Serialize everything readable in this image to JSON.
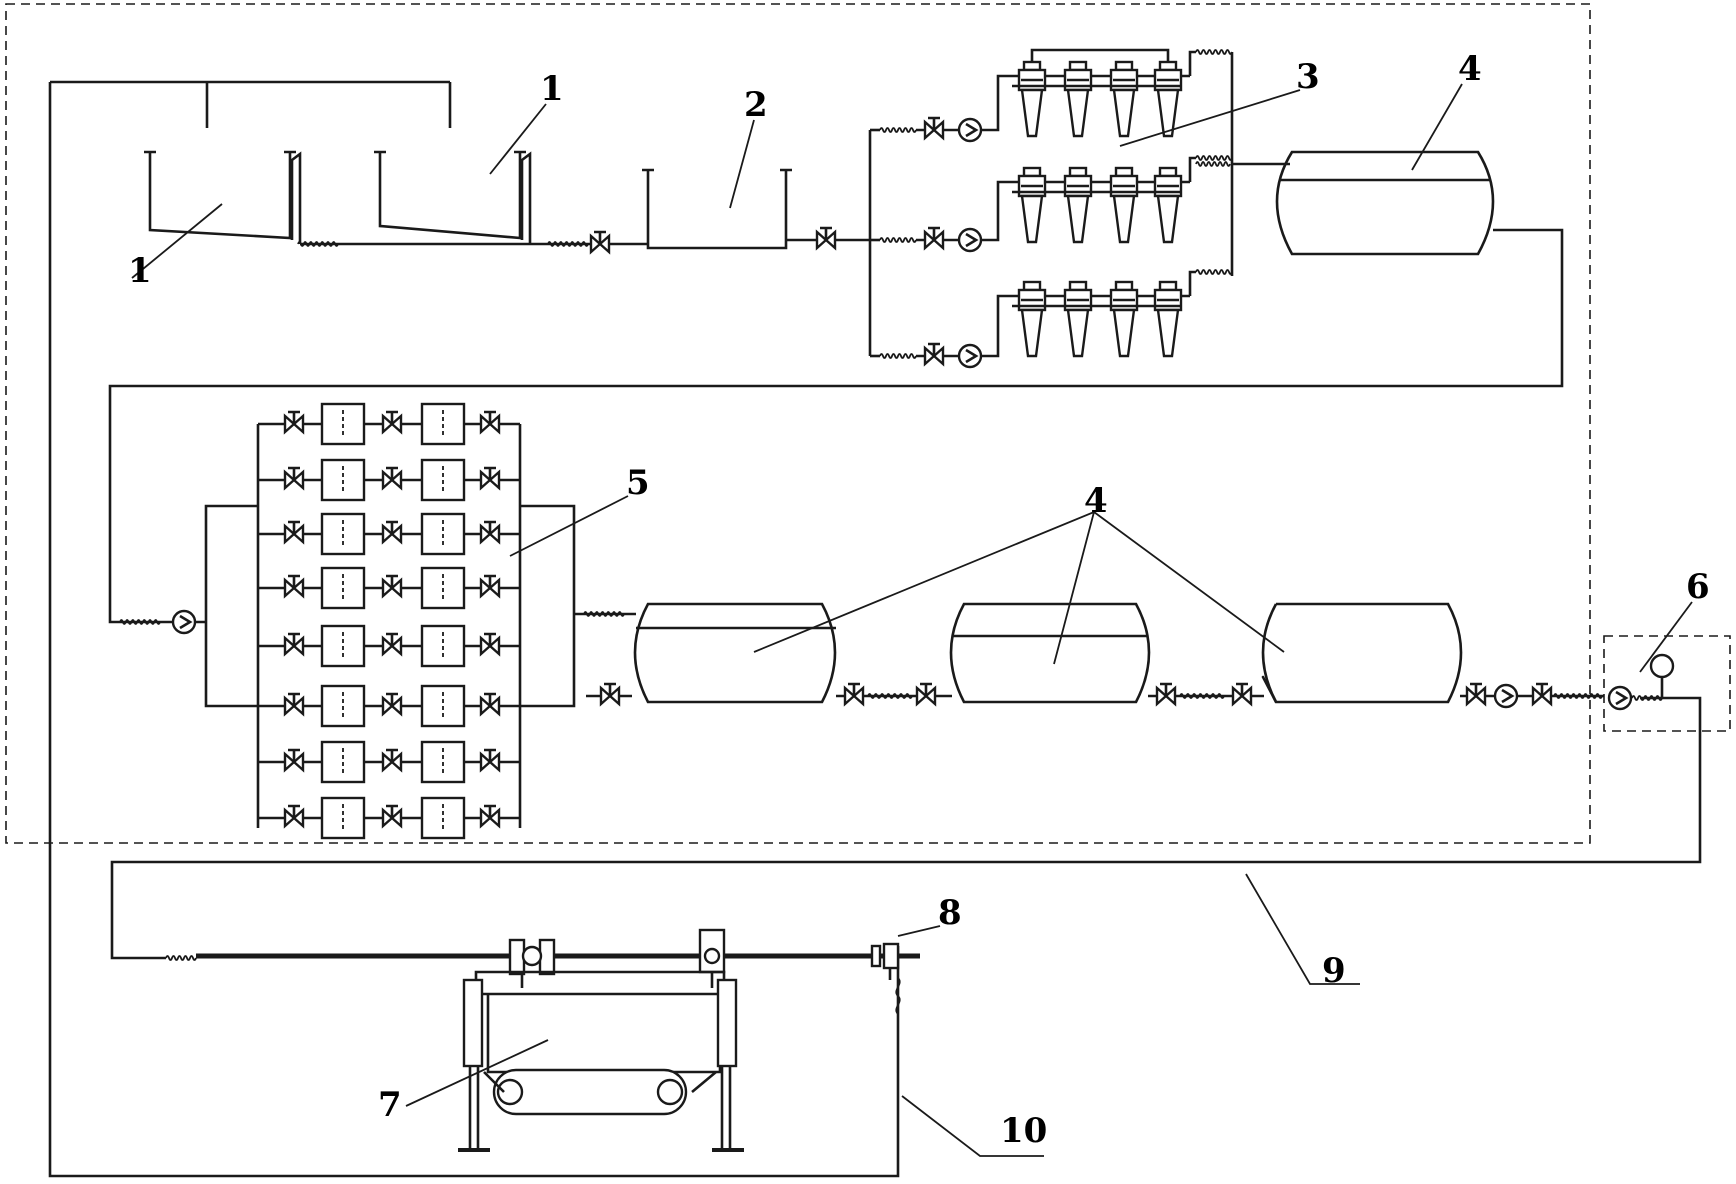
{
  "labels": {
    "l1a": "1",
    "l1b": "1",
    "l2": "2",
    "l3": "3",
    "l4a": "4",
    "l4b": "4",
    "l5": "5",
    "l6": "6",
    "l7": "7",
    "l8": "8",
    "l9": "9",
    "l10": "10"
  },
  "colors": {
    "line": "#1a1a1a",
    "background": "#ffffff"
  }
}
